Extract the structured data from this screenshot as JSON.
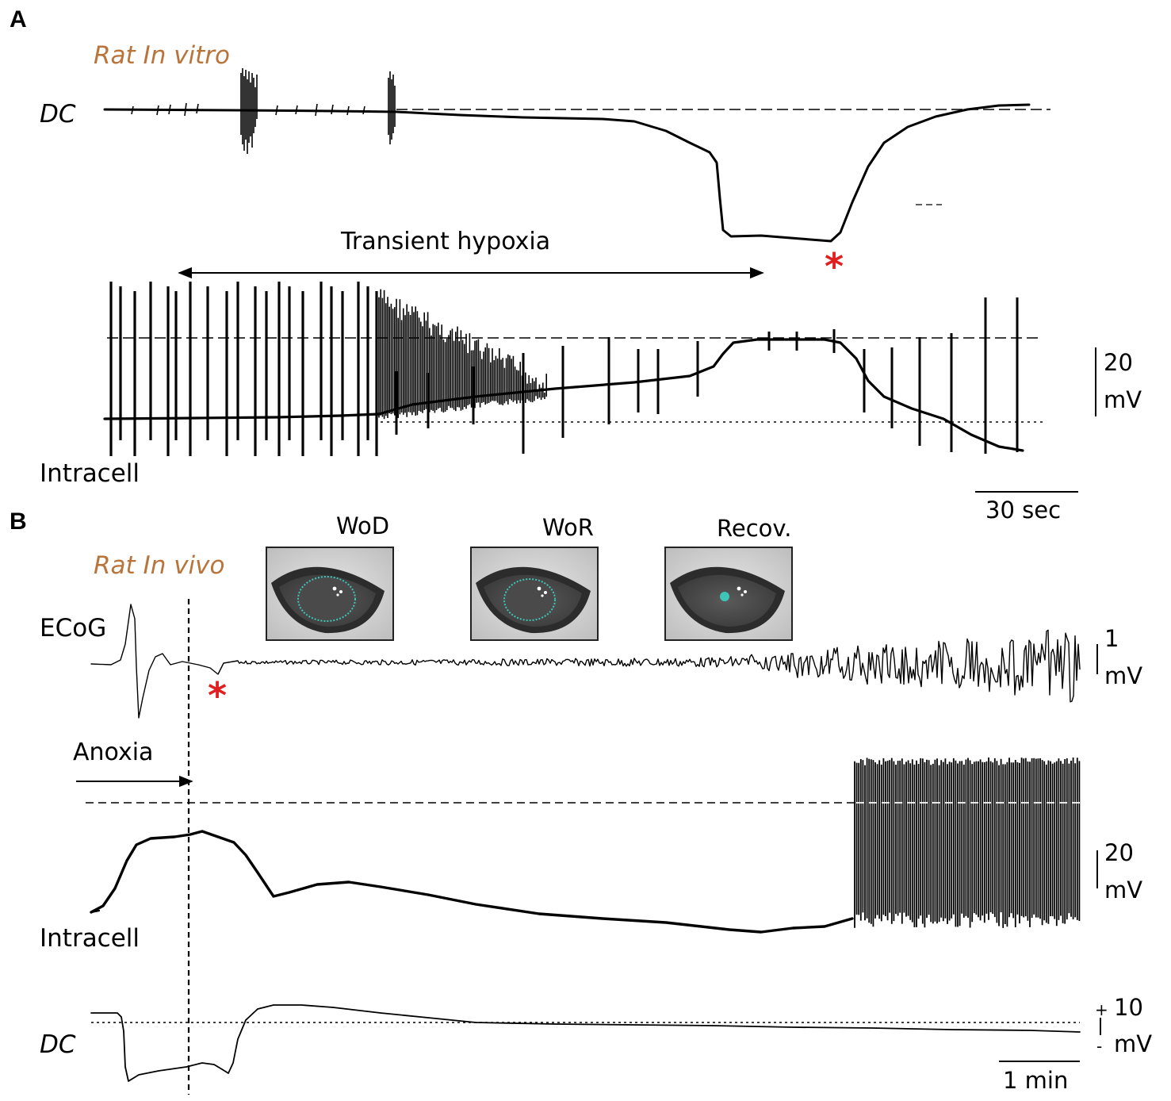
{
  "panel_a": {
    "letter": "A",
    "condition": "Rat In vitro",
    "dc_label": "DC",
    "intracell_label": "Intracell",
    "annotation": "Transient hypoxia",
    "marker": "*",
    "scale_voltage_value": "20",
    "scale_voltage_unit": "mV",
    "scale_time": "30 sec"
  },
  "panel_b": {
    "letter": "B",
    "condition": "Rat In vivo",
    "ecog_label": "ECoG",
    "intracell_label": "Intracell",
    "dc_label": "DC",
    "annotation": "Anoxia",
    "marker": "*",
    "eye_images": [
      {
        "label": "WoD"
      },
      {
        "label": "WoR"
      },
      {
        "label": "Recov."
      }
    ],
    "ecog_scale_value": "1",
    "ecog_scale_unit": "mV",
    "intracell_scale_value": "20",
    "intracell_scale_unit": "mV",
    "dc_scale_value": "10",
    "dc_scale_unit": "mV",
    "dc_scale_plus": "+",
    "dc_scale_minus": "-",
    "scale_time": "1 min"
  },
  "colors": {
    "condition_text": "#b8743a",
    "marker": "#e02020",
    "pupil_outline": "#3fc4b8"
  }
}
